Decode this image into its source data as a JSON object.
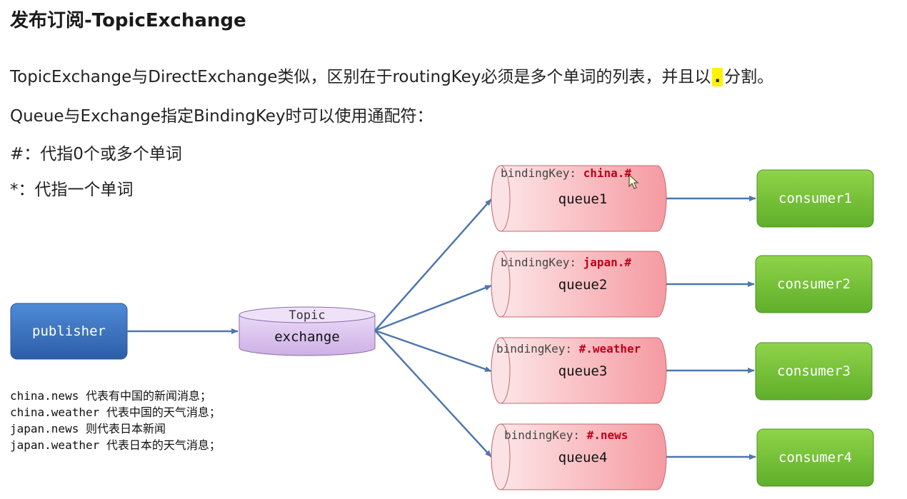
{
  "title": "发布订阅-TopicExchange",
  "intro": {
    "line1_prefix": "TopicExchange与DirectExchange类似，区别在于routingKey必须是多个单词的列表，并且以",
    "line1_dot": ".",
    "line1_suffix": "分割。",
    "line2": "Queue与Exchange指定BindingKey时可以使用通配符：",
    "line3": "#：代指0个或多个单词",
    "line4": "*：代指一个单词"
  },
  "publisher": {
    "label": "publisher"
  },
  "exchange": {
    "label": "exchange",
    "type_label": "Topic"
  },
  "binding_prefix": "bindingKey:",
  "queues": [
    {
      "name": "queue1",
      "binding_key": "china.#"
    },
    {
      "name": "queue2",
      "binding_key": "japan.#"
    },
    {
      "name": "queue3",
      "binding_key": "#.weather"
    },
    {
      "name": "queue4",
      "binding_key": "#.news"
    }
  ],
  "consumers": [
    {
      "label": "consumer1"
    },
    {
      "label": "consumer2"
    },
    {
      "label": "consumer3"
    },
    {
      "label": "consumer4"
    }
  ],
  "examples": [
    "china.news 代表有中国的新闻消息；",
    "china.weather 代表中国的天气消息；",
    "japan.news 则代表日本新闻",
    "japan.weather 代表日本的天气消息；"
  ],
  "colors": {
    "publisher": "#3a74c4",
    "exchange": "#dcc4ee",
    "queue": "#f7a8ad",
    "consumer": "#7cc63a",
    "arrow": "#4f77ad",
    "binding_key": "#c0001a"
  }
}
